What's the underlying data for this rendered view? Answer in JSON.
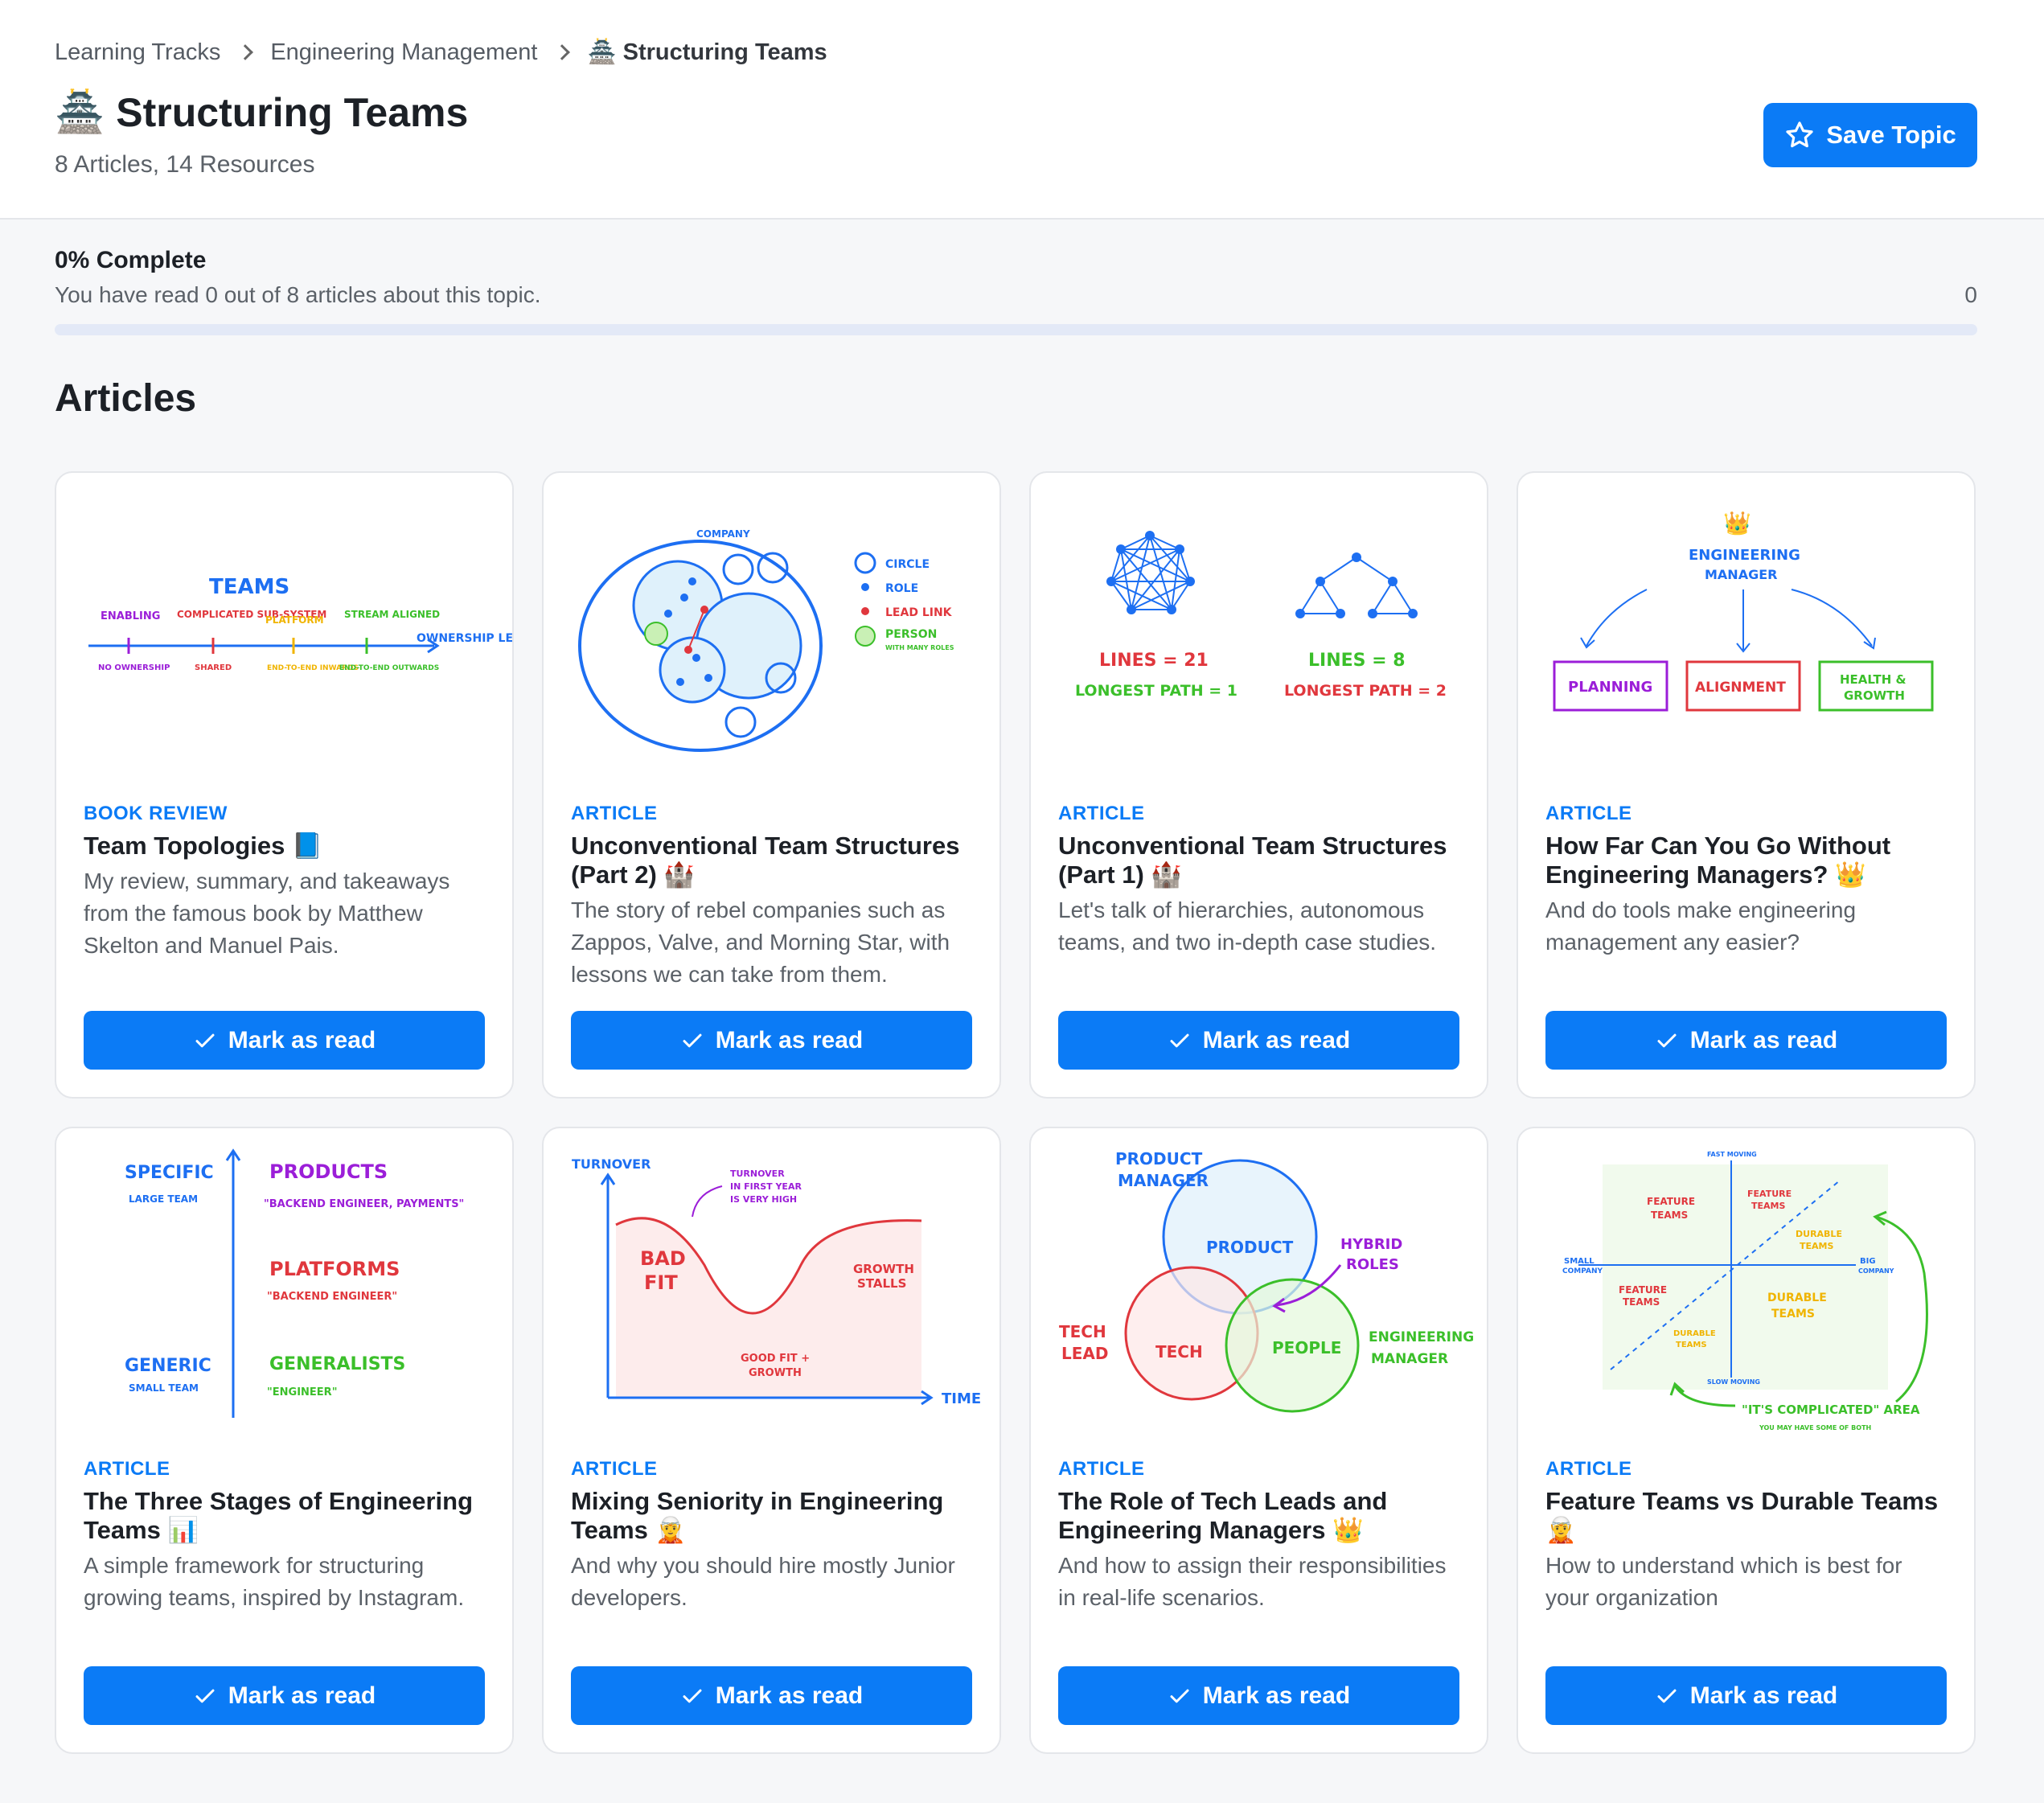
{
  "breadcrumb": {
    "items": [
      "Learning Tracks",
      "Engineering Management"
    ],
    "current_emoji": "🏯",
    "current": "Structuring Teams"
  },
  "page": {
    "emoji": "🏯",
    "title": "Structuring Teams",
    "subtitle": "8 Articles, 14 Resources",
    "save_label": "Save Topic"
  },
  "progress": {
    "title": "0% Complete",
    "description": "You have read 0 out of 8 articles about this topic.",
    "count": "0",
    "fraction": 0
  },
  "section_title": "Articles",
  "mark_label": "Mark as read",
  "cards": [
    {
      "type": "BOOK REVIEW",
      "title": "Team Topologies 📘",
      "description": "My review, summary, and takeaways from the famous book by Matthew Skelton and Manuel Pais.",
      "illustration": {
        "title": "TEAMS",
        "labels": [
          "ENABLING",
          "COMPLICATED SUB-SYSTEM",
          "PLATFORM",
          "STREAM ALIGNED"
        ],
        "sublabels": [
          "NO OWNERSHIP",
          "SHARED",
          "END-TO-END INWARDS",
          "END-TO-END OUTWARDS"
        ],
        "axis": "OWNERSHIP LEVEL"
      }
    },
    {
      "type": "ARTICLE",
      "title": "Unconventional Team Structures (Part 2) 🏰",
      "description": "The story of rebel companies such as Zappos, Valve, and Morning Star, with lessons we can take from them.",
      "illustration": {
        "title": "COMPANY",
        "legend": [
          "CIRCLE",
          "ROLE",
          "LEAD LINK",
          "PERSON"
        ],
        "legend_note": "WITH MANY ROLES"
      }
    },
    {
      "type": "ARTICLE",
      "title": "Unconventional Team Structures (Part 1) 🏰",
      "description": "Let's talk of hierarchies, autonomous teams, and two in-depth case studies.",
      "illustration": {
        "left": [
          "LINES = 21",
          "LONGEST PATH = 1"
        ],
        "right": [
          "LINES = 8",
          "LONGEST PATH = 2"
        ]
      }
    },
    {
      "type": "ARTICLE",
      "title": "How Far Can You Go Without Engineering Managers? 👑",
      "description": "And do tools make engineering management any easier?",
      "illustration": {
        "emoji": "👑",
        "top": [
          "ENGINEERING",
          "MANAGER"
        ],
        "boxes": [
          "PLANNING",
          "ALIGNMENT",
          "HEALTH &",
          "GROWTH"
        ]
      }
    },
    {
      "type": "ARTICLE",
      "title": "The Three Stages of Engineering Teams 📊",
      "description": "A simple framework for structuring growing teams, inspired by Instagram.",
      "illustration": {
        "specific": "SPECIFIC",
        "large": "LARGE TEAM",
        "generic": "GENERIC",
        "small": "SMALL TEAM",
        "products": "PRODUCTS",
        "products_note": "\"BACKEND ENGINEER, PAYMENTS\"",
        "platforms": "PLATFORMS",
        "platforms_note": "\"BACKEND ENGINEER\"",
        "generalists": "GENERALISTS",
        "generalists_note": "\"ENGINEER\""
      }
    },
    {
      "type": "ARTICLE",
      "title": "Mixing Seniority in Engineering Teams 🧝",
      "description": "And why you should hire mostly Junior developers.",
      "illustration": {
        "ylabel": "TURNOVER",
        "xlabel": "TIME",
        "note": [
          "TURNOVER",
          "IN FIRST YEAR",
          "IS VERY HIGH"
        ],
        "bad": [
          "BAD",
          "FIT"
        ],
        "growth": [
          "GROWTH",
          "STALLS"
        ],
        "good": [
          "GOOD FIT +",
          "GROWTH"
        ]
      }
    },
    {
      "type": "ARTICLE",
      "title": "The Role of Tech Leads and Engineering Managers 👑",
      "description": "And how to assign their responsibilities in real-life scenarios.",
      "illustration": {
        "pm": [
          "PRODUCT",
          "MANAGER"
        ],
        "product": "PRODUCT",
        "hybrid": [
          "HYBRID",
          "ROLES"
        ],
        "tl": [
          "TECH",
          "LEAD"
        ],
        "tech": "TECH",
        "people": "PEOPLE",
        "em": [
          "ENGINEERING",
          "MANAGER"
        ]
      }
    },
    {
      "type": "ARTICLE",
      "title": "Feature Teams vs Durable Teams 🧝",
      "description": "How to understand which is best for your organization",
      "illustration": {
        "top": "FAST MOVING",
        "bottom": "SLOW MOVING",
        "left": [
          "SMALL",
          "COMPANY"
        ],
        "right": [
          "BIG",
          "COMPANY"
        ],
        "q1": [
          "FEATURE",
          "TEAMS"
        ],
        "q2": [
          "FEATURE",
          "TEAMS"
        ],
        "q3": [
          "DURABLE",
          "TEAMS"
        ],
        "q4": [
          "DURABLE",
          "TEAMS"
        ],
        "q5": [
          "FEATURE",
          "TEAMS"
        ],
        "q6": [
          "DURABLE",
          "TEAMS"
        ],
        "area": "\"IT'S COMPLICATED\" AREA",
        "area_note": "YOU MAY HAVE SOME OF BOTH"
      }
    }
  ],
  "colors": {
    "accent": "#0b7bf6",
    "progress_track": "#e3e9f7"
  },
  "icons": {
    "save": "star-icon",
    "mark": "check-icon",
    "breadcrumb_sep": "chevron-right-icon"
  }
}
